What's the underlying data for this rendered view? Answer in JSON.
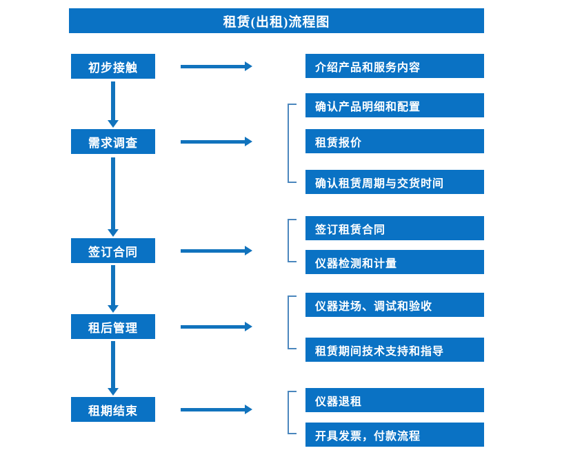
{
  "chart_data": {
    "type": "diagram",
    "title": "租赁(出租)流程图",
    "diagram_kind": "flowchart",
    "orientation": "vertical-stages-with-right-details",
    "accent_color": "#0a72c4",
    "connector_color": "#1173bd",
    "bracket_color": "#4a86bd",
    "background_color": "#ffffff",
    "stages": [
      {
        "label": "初步接触",
        "details": [
          "介绍产品和服务内容"
        ]
      },
      {
        "label": "需求调查",
        "details": [
          "确认产品明细和配置",
          "租赁报价",
          "确认租赁周期与交货时间"
        ]
      },
      {
        "label": "签订合同",
        "details": [
          "签订租赁合同",
          "仪器检测和计量"
        ]
      },
      {
        "label": "租后管理",
        "details": [
          "仪器进场、调试和验收",
          "租赁期间技术支持和指导"
        ]
      },
      {
        "label": "租期结束",
        "details": [
          "仪器退租",
          "开具发票，付款流程"
        ]
      }
    ]
  },
  "header": {
    "title": "租赁(出租)流程图"
  },
  "stages": [
    {
      "label": "初步接触"
    },
    {
      "label": "需求调查"
    },
    {
      "label": "签订合同"
    },
    {
      "label": "租后管理"
    },
    {
      "label": "租期结束"
    }
  ],
  "details": [
    {
      "label": "介绍产品和服务内容"
    },
    {
      "label": "确认产品明细和配置"
    },
    {
      "label": "租赁报价"
    },
    {
      "label": "确认租赁周期与交货时间"
    },
    {
      "label": "签订租赁合同"
    },
    {
      "label": "仪器检测和计量"
    },
    {
      "label": "仪器进场、调试和验收"
    },
    {
      "label": "租赁期间技术支持和指导"
    },
    {
      "label": "仪器退租"
    },
    {
      "label": "开具发票，付款流程"
    }
  ]
}
